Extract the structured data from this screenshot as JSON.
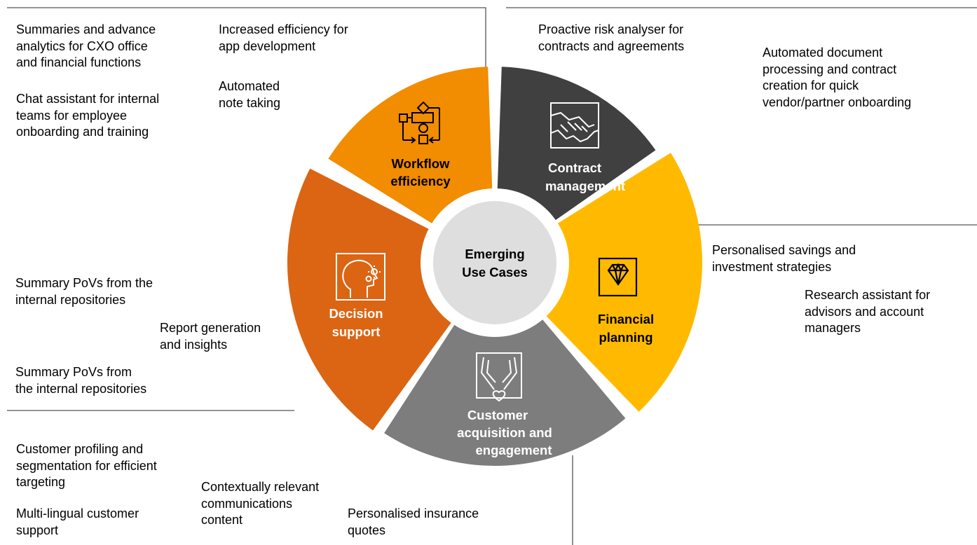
{
  "center": {
    "line1": "Emerging",
    "line2": "Use Cases"
  },
  "segments": {
    "workflow": {
      "line1": "Workflow",
      "line2": "efficiency",
      "color": "#F28C00",
      "icon": "workflow-icon"
    },
    "contract": {
      "line1": "Contract",
      "line2": "management",
      "color": "#404041",
      "icon": "handshake-icon"
    },
    "financial": {
      "line1": "Financial",
      "line2": "planning",
      "color": "#FFBA00",
      "icon": "diamond-icon"
    },
    "customer": {
      "line1": "Customer",
      "line2": "acquisition and",
      "line3": "engagement",
      "color": "#7D7D7D",
      "icon": "hands-heart-icon"
    },
    "decision": {
      "line1": "Decision",
      "line2": "support",
      "color": "#DB6513",
      "icon": "head-gears-icon"
    }
  },
  "notes": {
    "workflow": [
      "Summaries and advance\nanalytics for CXO office\nand financial functions",
      "Chat assistant for internal\nteams for employee\nonboarding and training",
      "Increased efficiency for\napp development",
      "Automated\nnote taking"
    ],
    "contract": [
      "Proactive risk analyser for\ncontracts and agreements",
      "Automated document\nprocessing and contract\ncreation for quick\nvendor/partner onboarding"
    ],
    "financial": [
      "Personalised savings and\ninvestment strategies",
      "Research assistant for\nadvisors and account\nmanagers"
    ],
    "decision": [
      "Summary PoVs from the\ninternal repositories",
      "Report generation\nand insights",
      "Summary PoVs from\nthe internal repositories"
    ],
    "customer": [
      "Customer profiling and\nsegmentation for efficient\ntargeting",
      "Multi-lingual customer\nsupport",
      "Contextually relevant\ncommunications\ncontent",
      "Personalised insurance\nquotes"
    ]
  }
}
